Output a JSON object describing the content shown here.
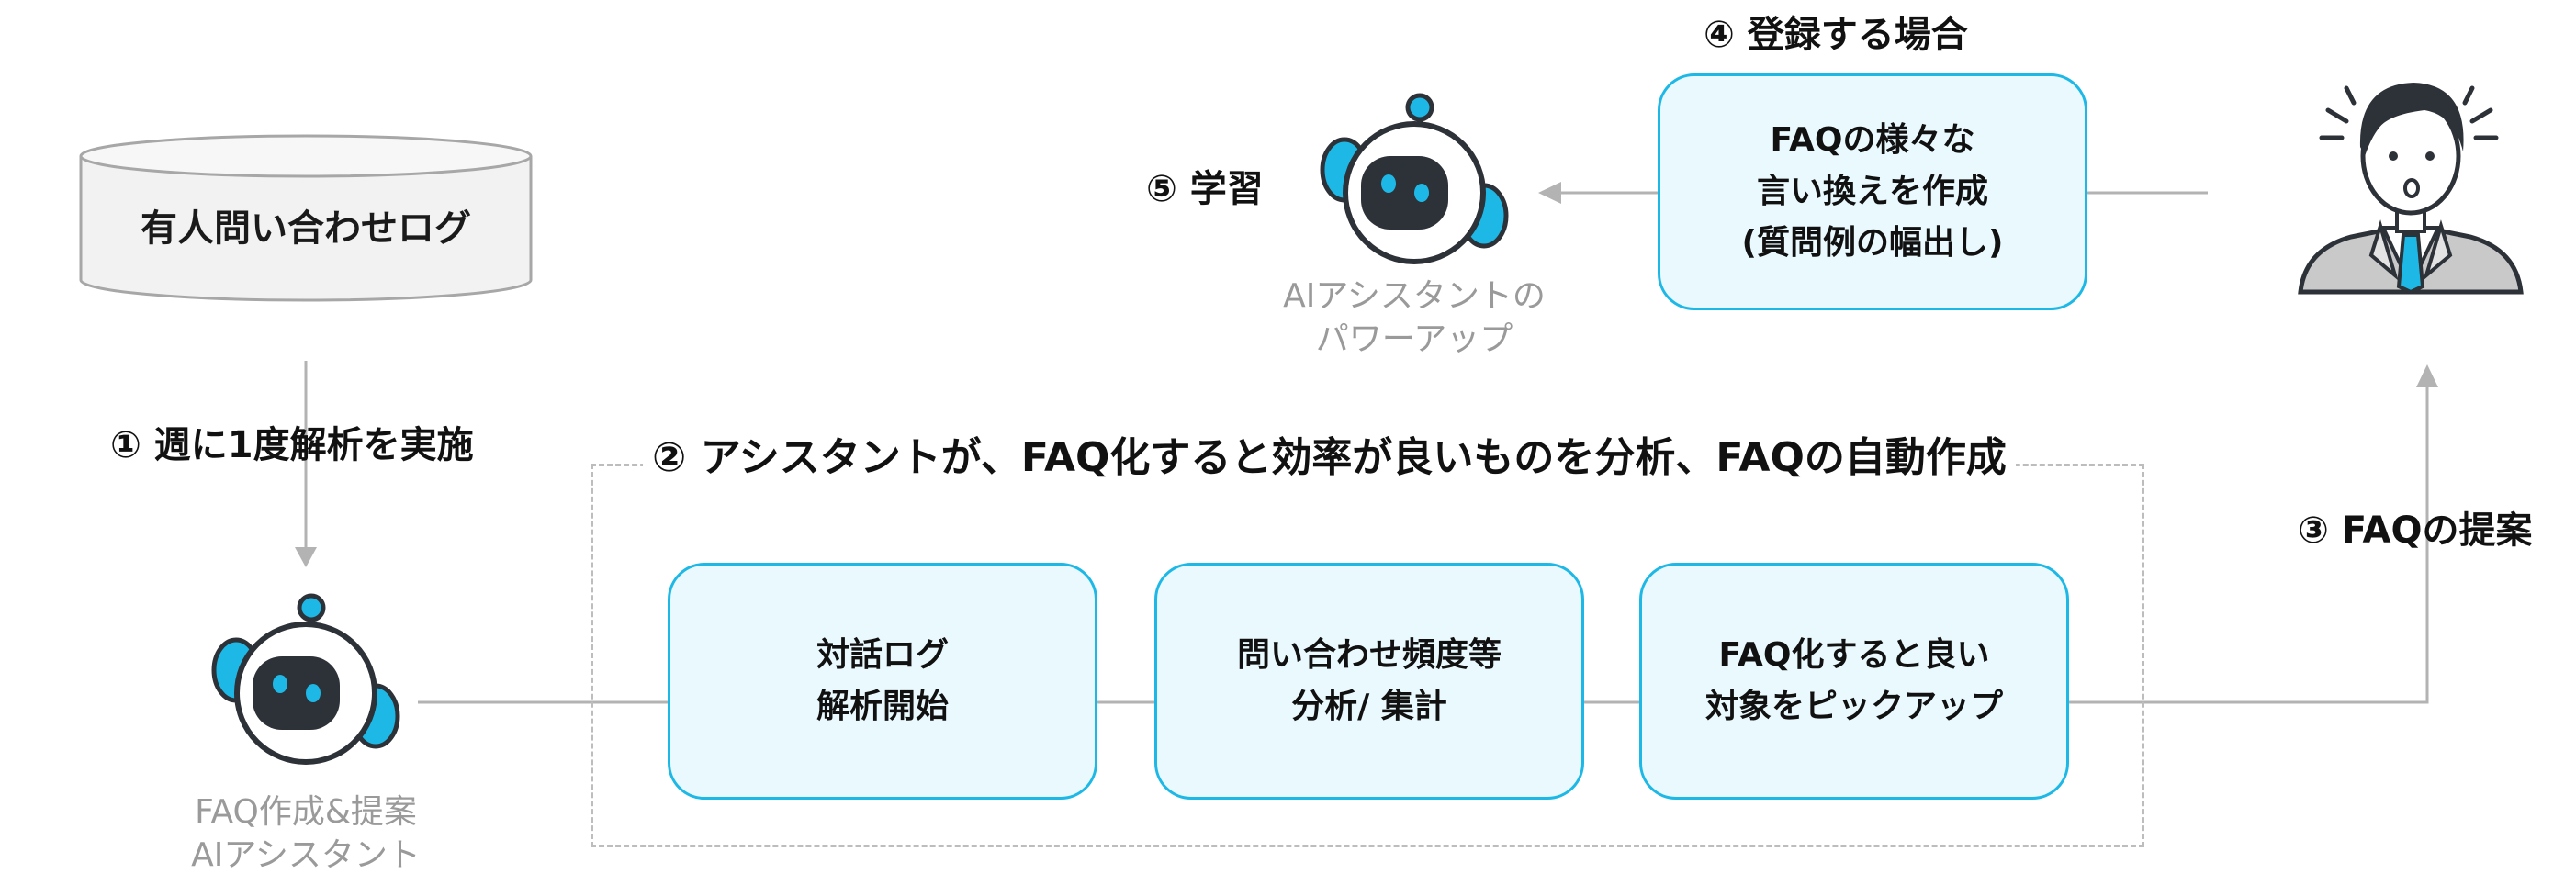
{
  "database": {
    "label": "有人問い合わせログ"
  },
  "steps": {
    "step1": "① 週に1度解析を実施",
    "step2": "② アシスタントが、FAQ化すると効率が良いものを分析、FAQの自動作成",
    "step3": "③ FAQの提案",
    "step4": "④ 登録する場合",
    "step5": "⑤ 学習"
  },
  "assistant_bottom": {
    "line1": "FAQ作成&提案",
    "line2": "AIアシスタント"
  },
  "assistant_top": {
    "line1": "AIアシスタントの",
    "line2": "パワーアップ"
  },
  "process_boxes": [
    {
      "line1": "対話ログ",
      "line2": "解析開始"
    },
    {
      "line1": "問い合わせ頻度等",
      "line2": "分析/ 集計"
    },
    {
      "line1": "FAQ化すると良い",
      "line2": "対象をピックアップ"
    }
  ],
  "faq_box": {
    "line1": "FAQの様々な",
    "line2": "言い換えを作成",
    "line3": "(質問例の幅出し)"
  },
  "colors": {
    "accent": "#1eb8e6",
    "box_fill": "#e9f9fd",
    "connector": "#b3b3b3",
    "caption": "#9a9a9a",
    "robot_body": "#2d3138"
  },
  "icons": [
    "database-icon",
    "robot-icon",
    "businessman-icon",
    "arrow-icon"
  ]
}
